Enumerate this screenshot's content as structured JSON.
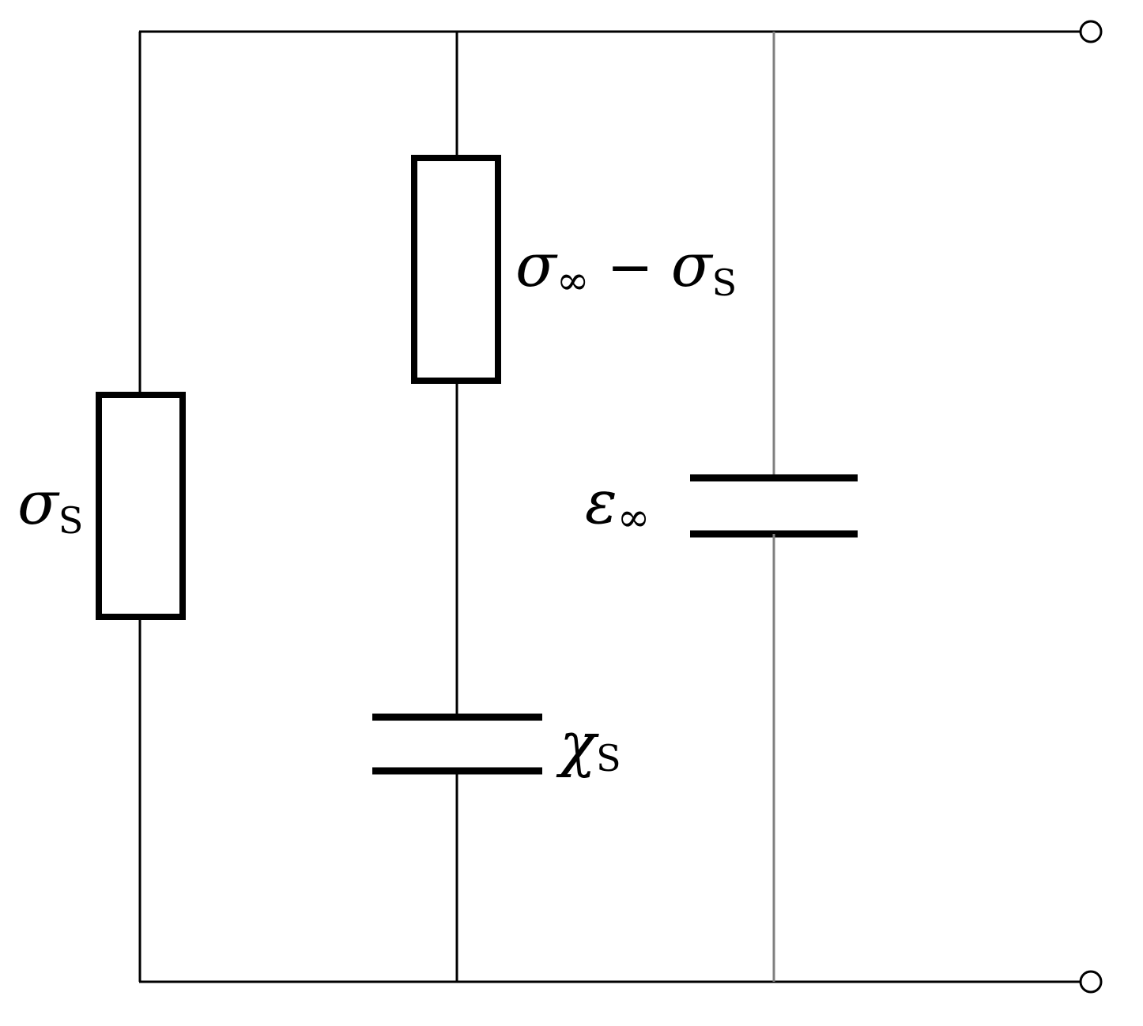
{
  "circuit": {
    "labels": {
      "left_resistor": {
        "symbol": "σ",
        "sub": "S"
      },
      "middle_resistor": {
        "symbol": "σ",
        "sub": "∞",
        "minus": " − ",
        "symbol2": "σ",
        "sub2": "S"
      },
      "middle_capacitor": {
        "symbol": "χ",
        "sub": "S"
      },
      "right_capacitor": {
        "symbol": "ε",
        "sub": "∞"
      }
    },
    "colors": {
      "wire": "#000000",
      "right_branch_wire": "#7f7f7f",
      "terminal_fill": "#ffffff"
    }
  }
}
